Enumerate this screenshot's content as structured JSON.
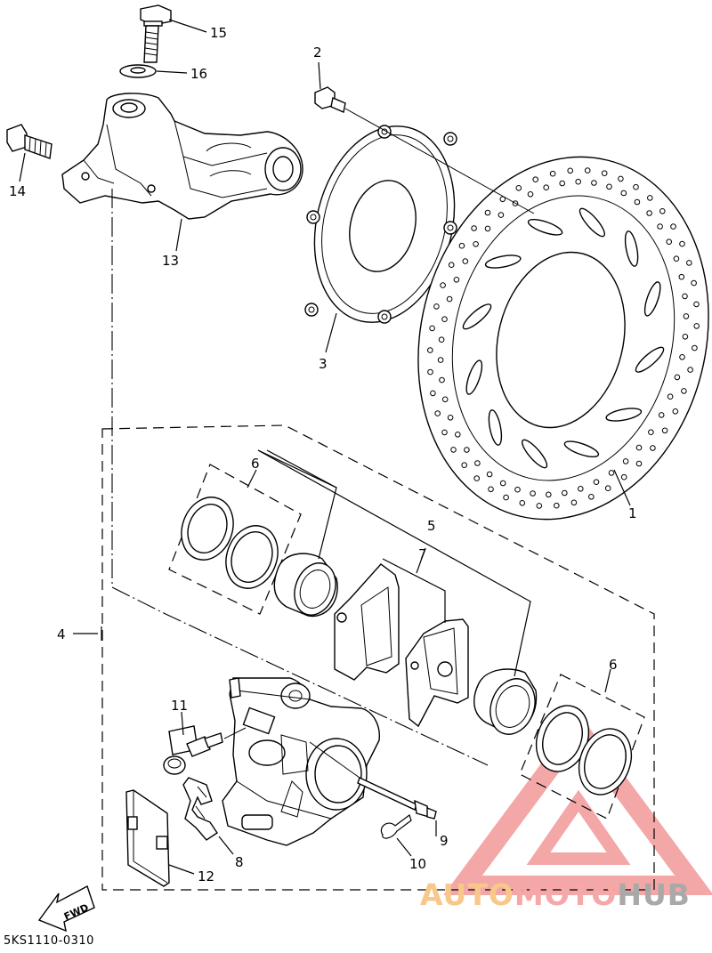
{
  "diagram": {
    "part_numbers": [
      "1",
      "2",
      "3",
      "4",
      "5",
      "6",
      "6",
      "7",
      "8",
      "9",
      "10",
      "11",
      "12",
      "13",
      "14",
      "15",
      "16"
    ],
    "fwd_label": "FWD",
    "drawing_code": "5KS1110-0310",
    "watermark": {
      "part1": "AUTO",
      "part2": "MOTO",
      "part3": "HUB"
    },
    "colors": {
      "line": "#000000",
      "watermark_triangle": "#f08a8a",
      "watermark_auto": "#f7c88a",
      "watermark_moto": "#f6a8a8",
      "watermark_hub": "#a9a9a9"
    }
  }
}
